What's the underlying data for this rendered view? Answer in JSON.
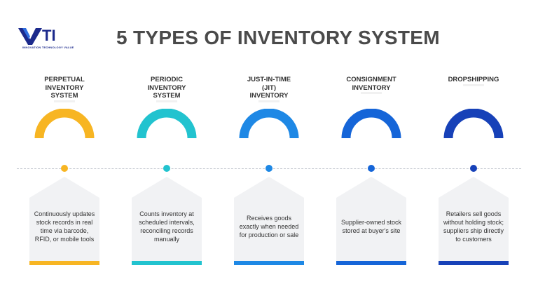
{
  "brand": {
    "name": "VTI",
    "tagline": "INNOVATION TECHNOLOGY VALUE",
    "color": "#1c2a8c"
  },
  "title": "5 TYPES OF INVENTORY SYSTEM",
  "colors": {
    "timeline": "#c4c8d0",
    "card": "#f1f2f4"
  },
  "types": [
    {
      "name_lines": [
        "PERPETUAL",
        "INVENTORY",
        "SYSTEM"
      ],
      "description": "Continuously updates stock records in real time via barcode, RFID, or mobile tools",
      "color": "#f7b523"
    },
    {
      "name_lines": [
        "PERIODIC",
        "INVENTORY",
        "SYSTEM"
      ],
      "description": "Counts inventory at scheduled intervals, reconciling records manually",
      "color": "#22c3cf"
    },
    {
      "name_lines": [
        "JUST-IN-TIME",
        "(JIT)",
        "INVENTORY"
      ],
      "description": "Receives goods exactly when needed for production or sale",
      "color": "#1e88e5"
    },
    {
      "name_lines": [
        "CONSIGNMENT",
        "INVENTORY"
      ],
      "description": "Supplier-owned stock stored at buyer's site",
      "color": "#1565d8"
    },
    {
      "name_lines": [
        "DROPSHIPPING"
      ],
      "description": "Retailers sell goods without holding stock; suppliers ship directly to customers",
      "color": "#1741b8"
    }
  ]
}
